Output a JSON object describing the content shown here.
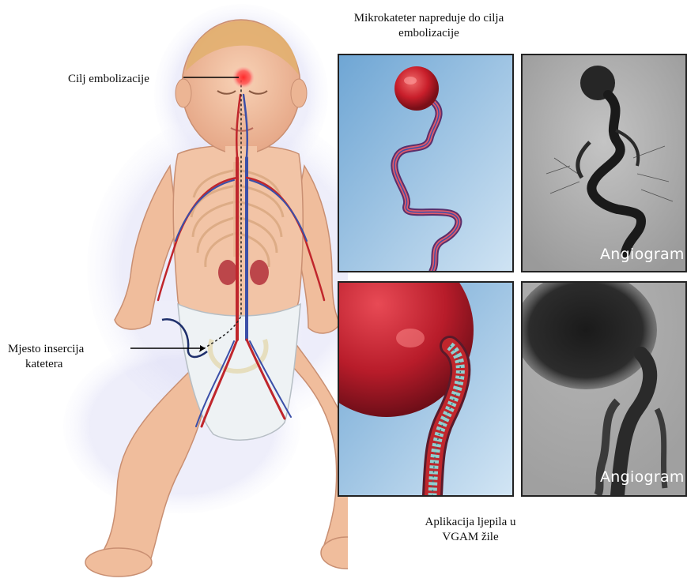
{
  "labels": {
    "top_caption": "Mikrokateter napreduje do cilja embolizacije",
    "target": "Cilj embolizacije",
    "insertion_line1": "Mjesto insercija",
    "insertion_line2": "katetera",
    "bottom_caption_line1": "Aplikacija ljepila u",
    "bottom_caption_line2": "VGAM žile"
  },
  "panels": {
    "angio_top": "Angiogram",
    "angio_bottom": "Angiogram"
  },
  "icons": {
    "infant": "infant-anatomy-illustration",
    "target_marker": "red-target-dot-icon",
    "catheter_panel": "microcatheter-vessel-illustration",
    "glue_panel": "glue-coil-vessel-illustration"
  },
  "colors": {
    "skin": "#f2c4a6",
    "artery": "#c0262c",
    "vein": "#3b4fa8",
    "panel_blue": "#9fc6e6",
    "aneurysm": "#c81e2a",
    "glue": "#8fcfcf"
  }
}
